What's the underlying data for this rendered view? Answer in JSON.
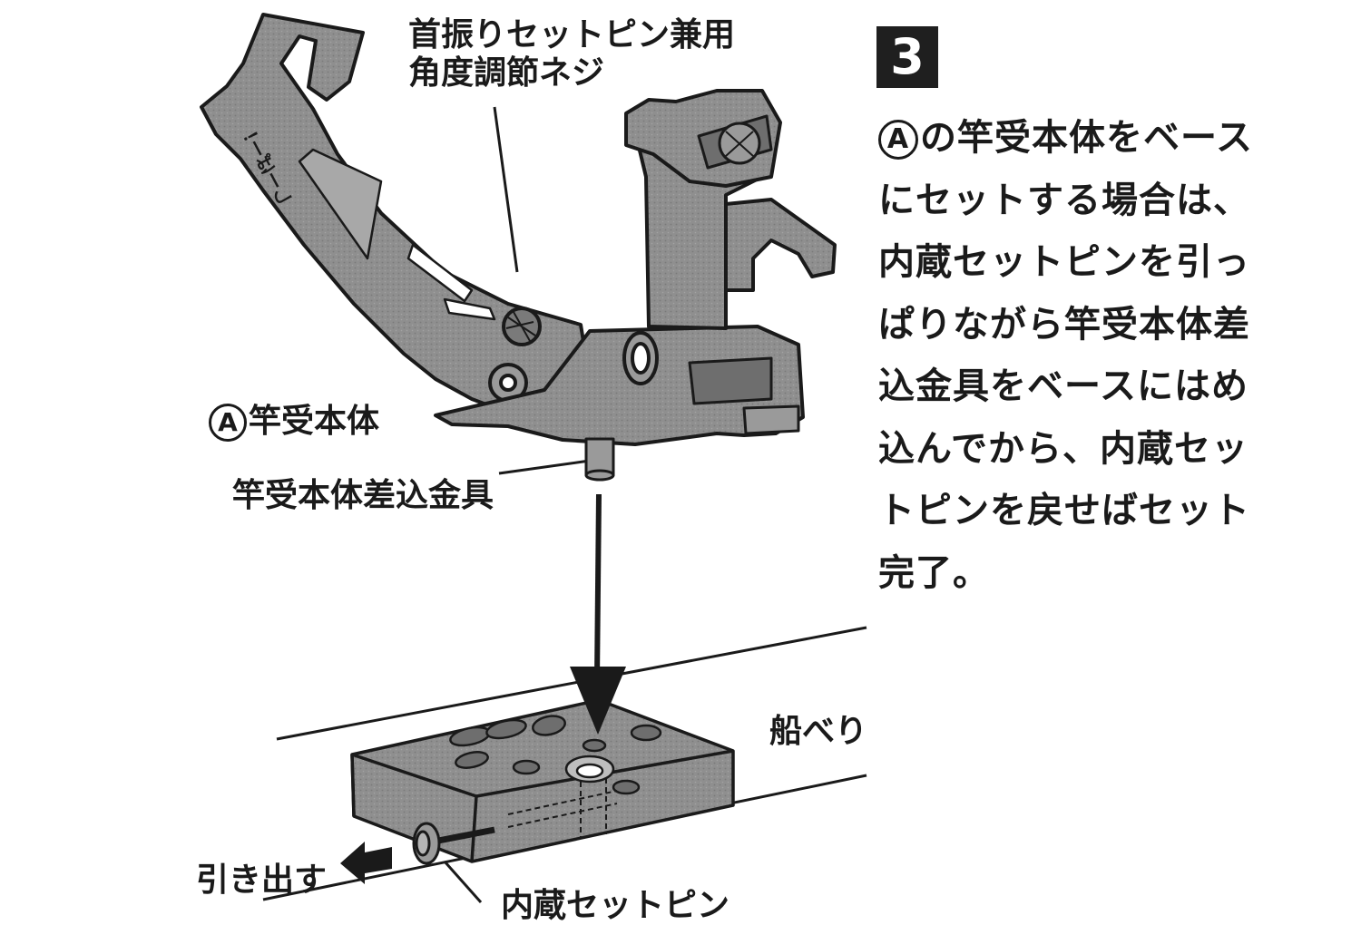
{
  "step_number": "3",
  "instructions": {
    "marker": "A",
    "lines": [
      "の竿受本体をベース",
      "にセットする場合は、",
      "内蔵セットピンを引っ",
      "ぱりながら竿受本体差",
      "込金具をベースにはめ",
      "込んでから、内蔵セッ",
      "トピンを戻せばセット",
      "完了。"
    ]
  },
  "labels": {
    "adjust_screw_line1": "首振りセットピン兼用",
    "adjust_screw_line2": "角度調節ネジ",
    "body_marker": "A",
    "body": "竿受本体",
    "insert_fitting": "竿受本体差込金具",
    "gunwale": "船べり",
    "pull_out": "引き出す",
    "builtin_pin": "内蔵セットピン",
    "arm_emboss": "しーぱー！"
  },
  "colors": {
    "ink": "#1a1a1a",
    "metal": "#8d8d8d",
    "metal_light": "#a8a8a8",
    "metal_dark": "#6e6e6e"
  }
}
